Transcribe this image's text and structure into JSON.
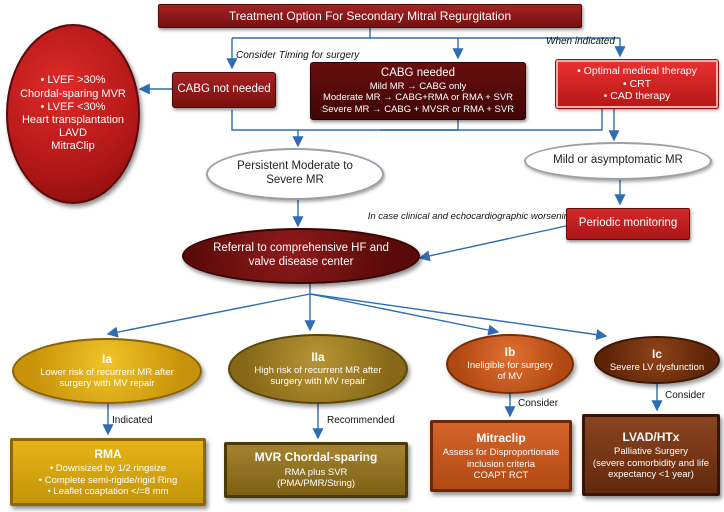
{
  "title": "Treatment Option For Secondary Mitral Regurgitation",
  "labels": {
    "consider_timing": "Consider Timing for surgery",
    "when_indicated": "When indicated",
    "worsening": "In case clinical and echocardiographic worsening",
    "indicated": "Indicated",
    "recommended": "Recommended",
    "consider_1": "Consider",
    "consider_2": "Consider"
  },
  "left_oval": {
    "lines": [
      "• LVEF >30%",
      "Chordal-sparing MVR",
      "• LVEF <30%",
      "Heart transplantation",
      "LAVD",
      "MitraClip"
    ]
  },
  "cabg_not_needed": "CABG not needed",
  "cabg_needed": {
    "title": "CABG needed",
    "lines": [
      "Mild MR → CABG only",
      "Moderate MR → CABG+RMA or RMA + SVR",
      "Severe MR → CABG + MVSR or RMA + SVR"
    ]
  },
  "medical": {
    "lines": [
      "• Optimal medical therapy",
      "• CRT",
      "• CAD therapy"
    ]
  },
  "persistent": "Persistent Moderate to Severe MR",
  "mild_asym": "Mild or asymptomatic MR",
  "periodic": "Periodic monitoring",
  "referral": "Referral to comprehensive HF and valve disease center",
  "categories": [
    {
      "code": "Ia",
      "desc": "Lower risk of recurrent MR after surgery with MV repair"
    },
    {
      "code": "IIa",
      "desc": "High risk of recurrent MR after surgery with MV repair"
    },
    {
      "code": "Ib",
      "desc": "Ineligible for surgery of MV"
    },
    {
      "code": "Ic",
      "desc": "Severe LV dysfunction"
    }
  ],
  "outcomes": [
    {
      "title": "RMA",
      "lines": [
        "• Downsized by 1/2 ringsize",
        "• Complete semi-rigide/rigid Ring",
        "• Leaflet coaptation </=8 mm"
      ]
    },
    {
      "title": "MVR Chordal-sparing",
      "lines": [
        "RMA plus SVR",
        "(PMA/PMR/String)"
      ]
    },
    {
      "title": "Mitraclip",
      "lines": [
        "Assess for Disproportionate",
        "inclusion criteria",
        "COAPT RCT"
      ]
    },
    {
      "title": "LVAD/HTx",
      "lines": [
        "Palliative Surgery",
        "(severe comorbidity and life",
        "expectancy <1 year)"
      ]
    }
  ],
  "colors": {
    "dark_red": "#8b1a1a",
    "bright_red": "#d42020",
    "gold": "#d9a90a",
    "olive": "#9c7c22",
    "orange": "#c8561c",
    "brown": "#7a3510",
    "arrow": "#2e6db4"
  }
}
